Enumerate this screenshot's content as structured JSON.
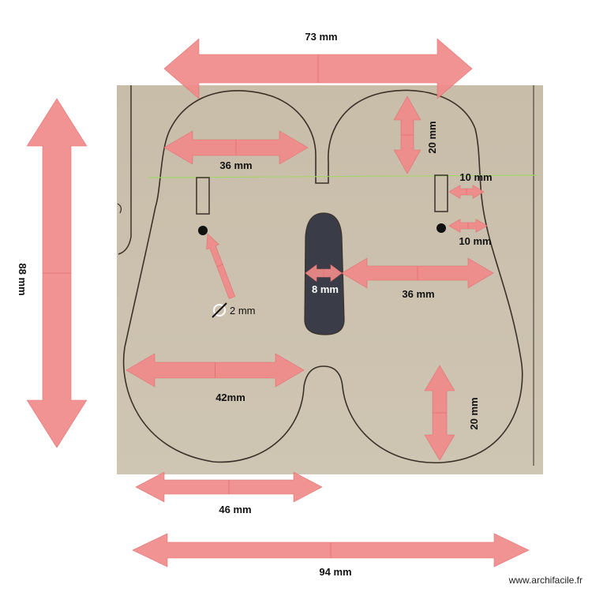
{
  "colors": {
    "arrow": "#f08a8a",
    "arrow_edge": "#e26f6f",
    "board": "#cfc5b3",
    "board_top": "#c8bda9",
    "outline": "#3a3128",
    "slot": "#3a3d47",
    "guide_line": "#a3d66a"
  },
  "dimensions": {
    "top_width": "73 mm",
    "left_height": "88 mm",
    "upper_left_width": "36 mm",
    "upper_right_height": "20 mm",
    "rect_slot_width": "10 mm",
    "hole_offset": "10 mm",
    "center_slot_width": "8 mm",
    "center_to_edge": "36 mm",
    "hole_diameter": "2 mm",
    "lower_left_width": "42mm",
    "lower_right_height": "20 mm",
    "bottom_lobe_width": "46 mm",
    "total_width": "94 mm"
  },
  "watermark": "www.archifacile.fr"
}
